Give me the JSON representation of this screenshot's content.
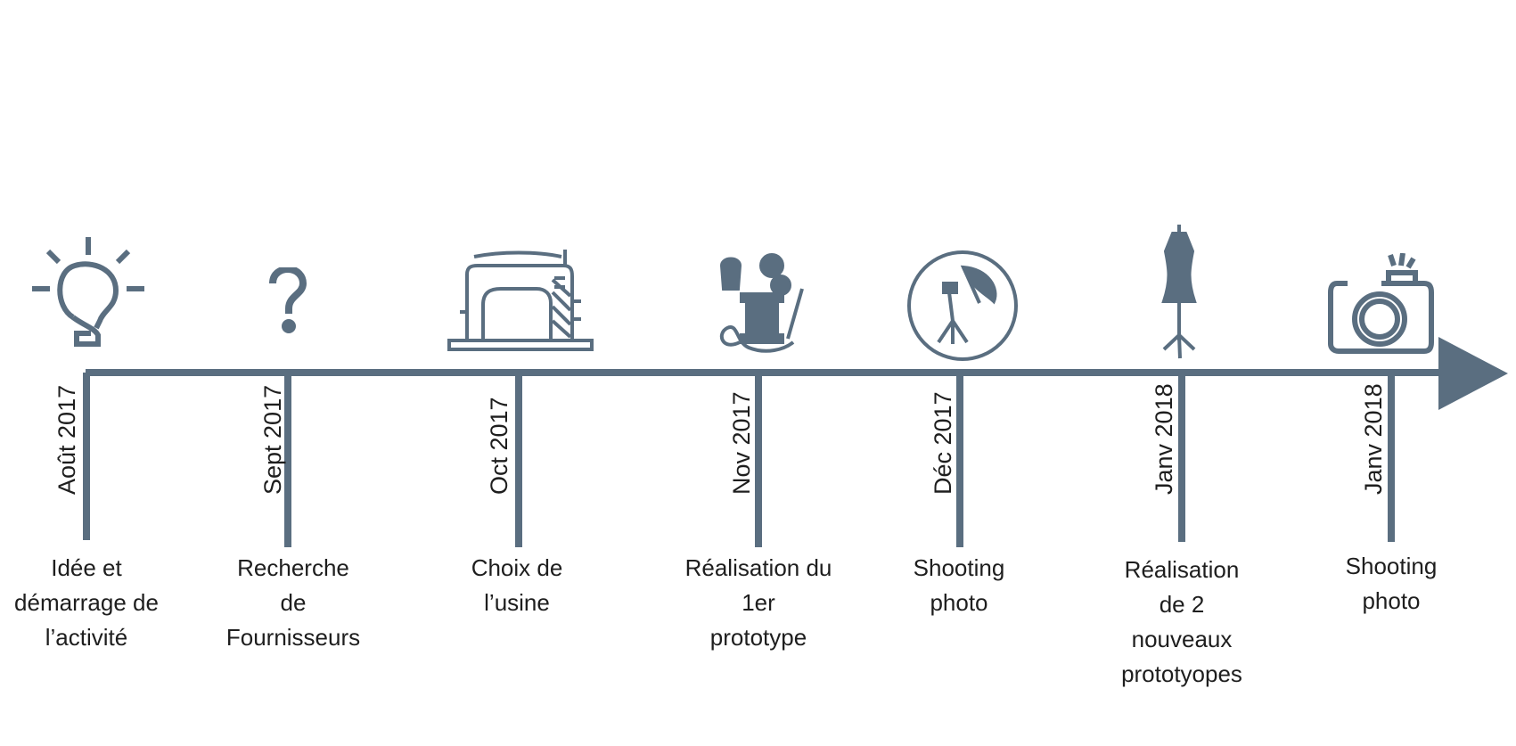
{
  "colors": {
    "line": "#5a6e80",
    "text": "#1e1e1e",
    "background": "#ffffff"
  },
  "milestones": [
    {
      "date": "Août 2017",
      "label": "Idée et\ndémarrage de\nl’activité",
      "icon": "lightbulb-icon"
    },
    {
      "date": "Sept 2017",
      "label": "Recherche\nde\nFournisseurs",
      "icon": "question-mark-icon"
    },
    {
      "date": "Oct 2017",
      "label": "Choix de\nl’usine",
      "icon": "sewing-machine-icon"
    },
    {
      "date": "Nov 2017",
      "label": "Réalisation du\n1er\nprototype",
      "icon": "sewing-supplies-icon"
    },
    {
      "date": "Déc 2017",
      "label": "Shooting\nphoto",
      "icon": "photo-studio-icon"
    },
    {
      "date": "Janv 2018",
      "label": "Réalisation\nde 2\nnouveaux\nprototyopes",
      "icon": "dress-form-icon"
    },
    {
      "date": "Janv 2018",
      "label": "Shooting\nphoto",
      "icon": "camera-icon"
    }
  ]
}
